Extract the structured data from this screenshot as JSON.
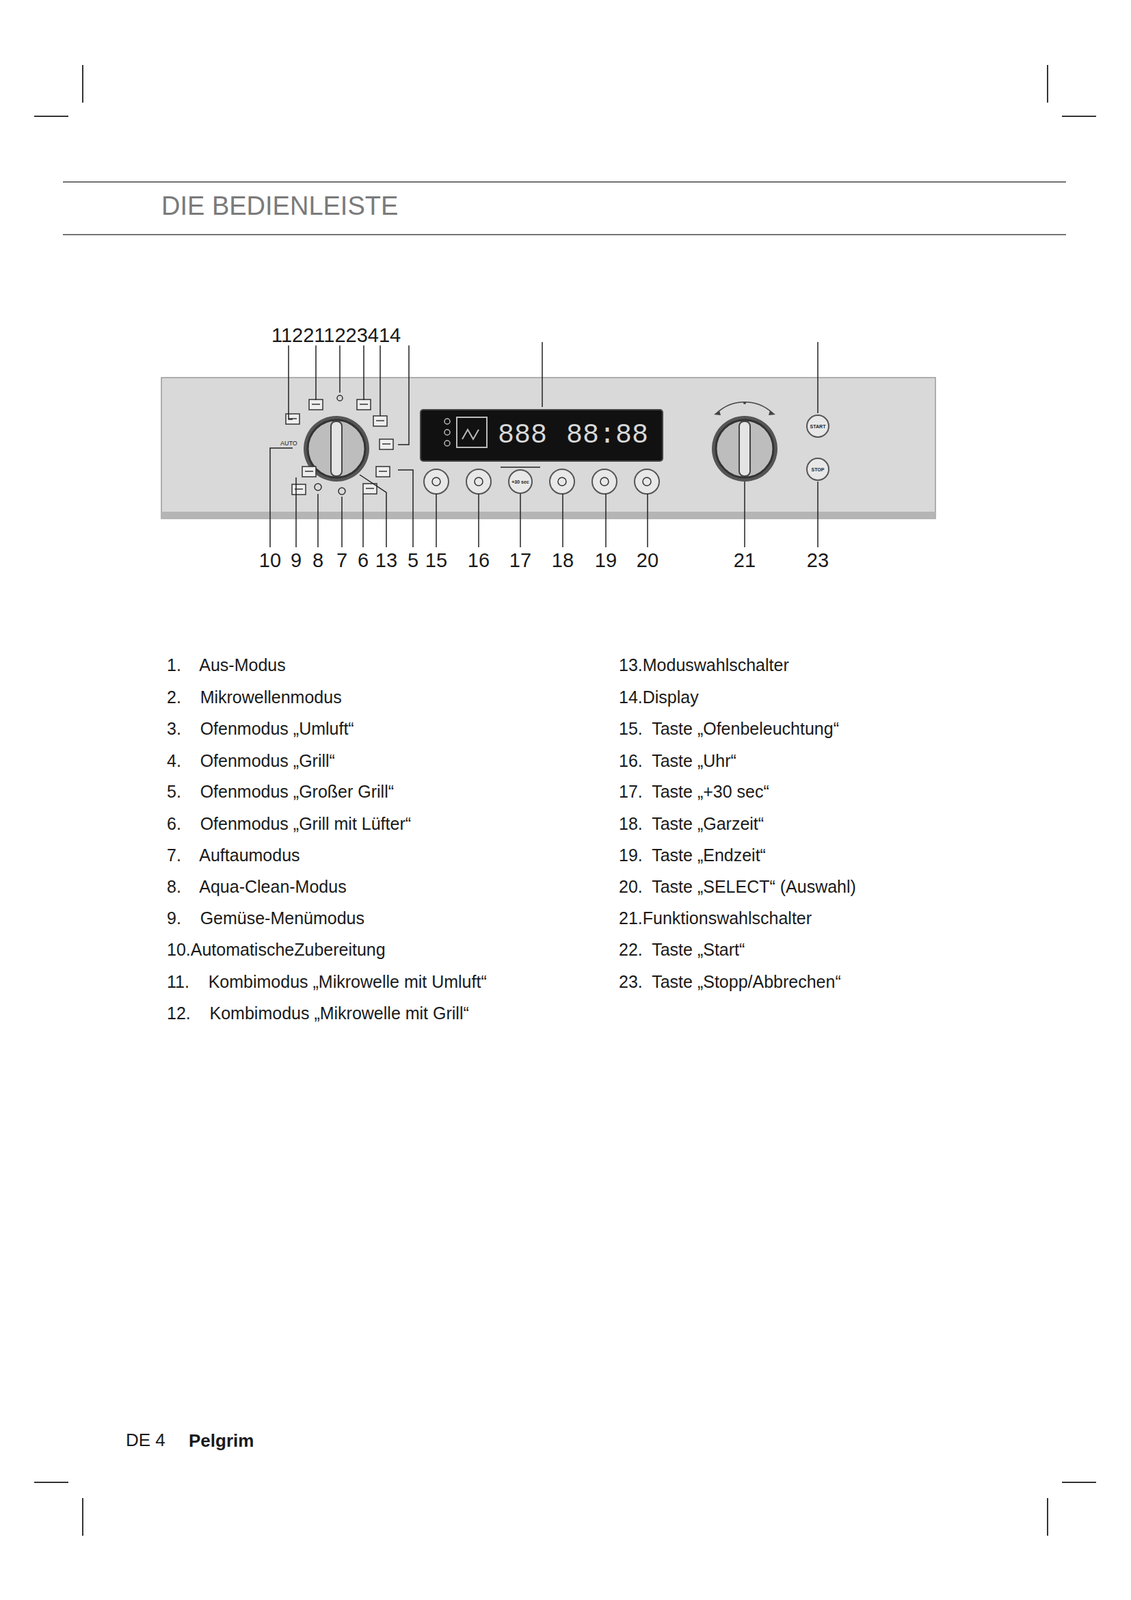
{
  "diagram": {
    "title": "DIE BEDIENLEISTE",
    "nodes": [
      {
        "text": [
          "888",
          "88:88"
        ]
      },
      {
        "text": [
          "+30 sec"
        ]
      },
      {
        "text": [
          "START"
        ]
      },
      {
        "text": [
          "STOP"
        ]
      }
    ],
    "labels": [
      "112211223414",
      "AUTO",
      "10",
      "9",
      "8",
      "7",
      "6",
      "13",
      "5",
      "15",
      "16",
      "17",
      "18",
      "19",
      "20",
      "21",
      "23",
      "1.    Aus-Modus",
      "2.    Mikrowellenmodus",
      "3.    Ofenmodus „Umluft“",
      "4.    Ofenmodus „Grill“",
      "5.    Ofenmodus „Großer Grill“",
      "6.    Ofenmodus „Grill mit Lüfter“",
      "7.    Auftaumodus",
      "8.    Aqua-Clean-Modus",
      "9.    Gemüse-Menümodus",
      "10.AutomatischeZubereitung",
      "11.    Kombimodus „Mikrowelle mit Umluft“",
      "12.    Kombimodus „Mikrowelle mit Grill“",
      "13.Moduswahlschalter",
      "14.Display",
      "15.  Taste „Ofenbeleuchtung“",
      "16.  Taste „Uhr“",
      "17.  Taste „+30 sec“",
      "18.  Taste „Garzeit“",
      "19.  Taste „Endzeit“",
      "20.  Taste „SELECT“ (Auswahl)",
      "21.Funktionswahlschalter",
      "22.  Taste „Start“",
      "23.  Taste „Stopp/Abbrechen“",
      "DE 4",
      "Pelgrim"
    ]
  }
}
